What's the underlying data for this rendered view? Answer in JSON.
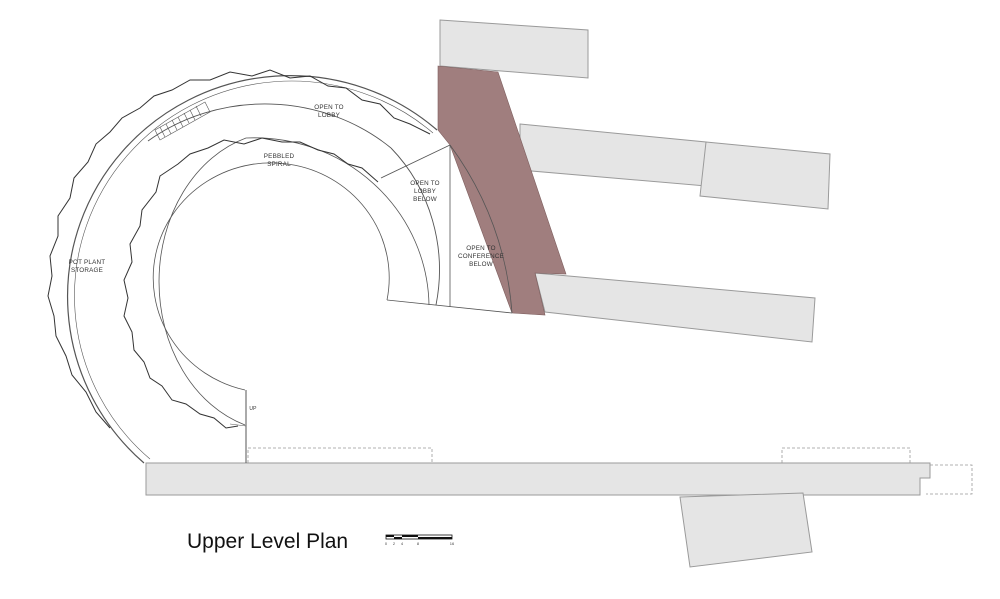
{
  "plan": {
    "title": "Upper Level Plan",
    "labels": {
      "open_to_lobby_1": "OPEN TO",
      "open_to_lobby_2": "LOBBY",
      "pebbled_1": "PEBBLED",
      "pebbled_2": "SPIRAL",
      "pot_plant_1": "POT PLANT",
      "pot_plant_2": "STORAGE",
      "open_lobby_below_1": "OPEN TO",
      "open_lobby_below_2": "LOBBY",
      "open_lobby_below_3": "BELOW",
      "open_conf_below_1": "OPEN TO",
      "open_conf_below_2": "CONFERENCE",
      "open_conf_below_3": "BELOW",
      "up_marker": "UP"
    },
    "scale_bar": {
      "ticks": [
        "0",
        "2",
        "4",
        "8",
        "16"
      ]
    },
    "colors": {
      "volume_fill": "#e5e5e5",
      "volume_stroke": "#9a9a9a",
      "accent_wall": "#a07e7e",
      "line": "#555555"
    }
  }
}
